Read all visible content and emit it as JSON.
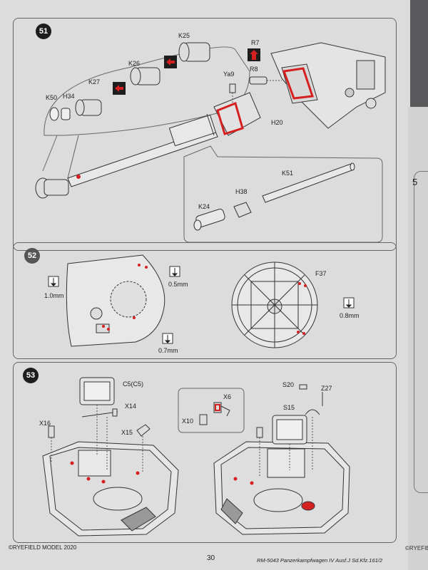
{
  "steps": [
    {
      "number": "51"
    },
    {
      "number": "52"
    },
    {
      "number": "53"
    }
  ],
  "step51": {
    "labels": {
      "k50": "K50",
      "h34": "H34",
      "k27": "K27",
      "k26": "K26",
      "k25": "K25",
      "r7": "R7",
      "r8": "R8",
      "ya9": "Ya9",
      "h20": "H20",
      "k51": "K51",
      "h38": "H38",
      "k24": "K24"
    }
  },
  "step52": {
    "labels": {
      "drill_1": "1.0mm",
      "drill_2": "0.5mm",
      "drill_3": "0.7mm",
      "f37": "F37",
      "drill_4": "0.8mm"
    }
  },
  "step53": {
    "labels": {
      "c5": "C5(C5)",
      "x14": "X14",
      "x16": "X16",
      "x15": "X15",
      "x6": "X6",
      "x10": "X10",
      "s20": "S20",
      "z27": "Z27",
      "s15": "S15"
    }
  },
  "footer": {
    "copyright": "©RYEFIELD MODEL 2020",
    "page_number": "30",
    "product": "RM-5043 Panzerkampfwagen IV Ausf.J Sd.Kfz.161/2",
    "next_page_copyright": "©RYEFIELD",
    "next_page_step": "5"
  },
  "colors": {
    "paper": "#dcdcdc",
    "highlight": "#d62020",
    "ink": "#222222"
  }
}
